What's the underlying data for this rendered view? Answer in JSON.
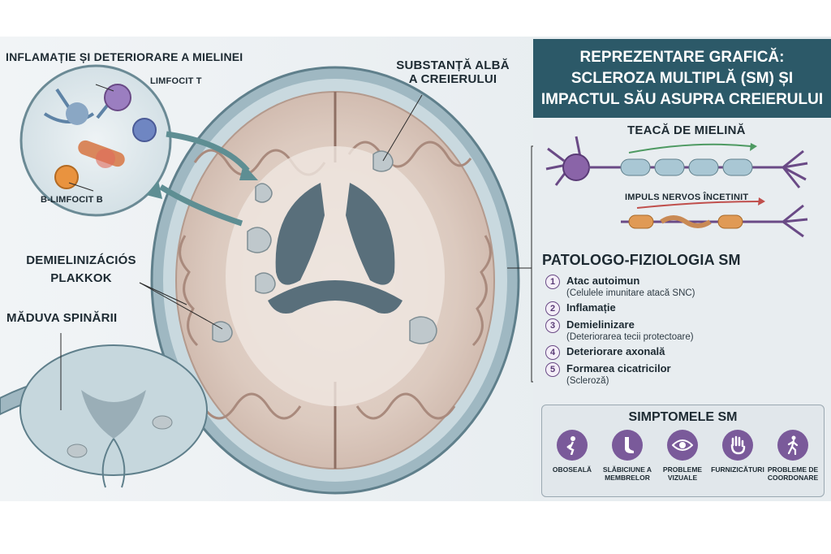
{
  "labels": {
    "inflammation": "INFLAMAȚIE ȘI DETERIORARE A MIELINEI",
    "t_cell": "LIMFOCIT T",
    "b_cell": "B-LIMFOCIT B",
    "white_matter_line1": "SUBSTANȚĂ ALBĂ",
    "white_matter_line2": "A CREIERULUI",
    "plaques_line1": "DEMIELINIZÁCIÓS",
    "plaques_line2": "PLAKKOK",
    "spinal": "MĂDUVA SPINĂRII"
  },
  "title": {
    "line1": "REPREZENTARE GRAFICĂ:",
    "line2": "SCLEROZA MULTIPLĂ (SM) ȘI",
    "line3": "IMPACTUL SĂU ASUPRA CREIERULUI"
  },
  "myelin": {
    "sheath": "TEACĂ DE MIELINĂ",
    "impulse": "IMPULS NERVOS ÎNCETINIT"
  },
  "patho": {
    "heading": "PATOLOGO-FIZIOLOGIA SM",
    "steps": [
      {
        "num": "1",
        "title": "Atac autoimun",
        "sub": "(Celulele imunitare atacă SNC)"
      },
      {
        "num": "2",
        "title": "Inflamație",
        "sub": ""
      },
      {
        "num": "3",
        "title": "Demielinizare",
        "sub": "(Deteriorarea tecii protectoare)"
      },
      {
        "num": "4",
        "title": "Deteriorare axonală",
        "sub": ""
      },
      {
        "num": "5",
        "title": "Formarea cicatricilor",
        "sub": "(Scleroză)"
      }
    ]
  },
  "symptoms": {
    "heading": "SIMPTOMELE SM",
    "items": [
      {
        "l1": "OBOSEALĂ",
        "l2": "",
        "icon": "fatigue-icon"
      },
      {
        "l1": "SLĂBICIUNE A",
        "l2": "MEMBRELOR",
        "icon": "foot-icon"
      },
      {
        "l1": "PROBLEME",
        "l2": "VIZUALE",
        "icon": "eye-icon"
      },
      {
        "l1": "FURNIZICĂTURI",
        "l2": "",
        "icon": "hand-icon"
      },
      {
        "l1": "PROBLEME DE",
        "l2": "COORDONARE",
        "icon": "walking-icon"
      }
    ]
  },
  "colors": {
    "title_bg": "#2c5968",
    "accent_purple": "#7a5a9a",
    "arrow_teal": "#5e8e93"
  }
}
